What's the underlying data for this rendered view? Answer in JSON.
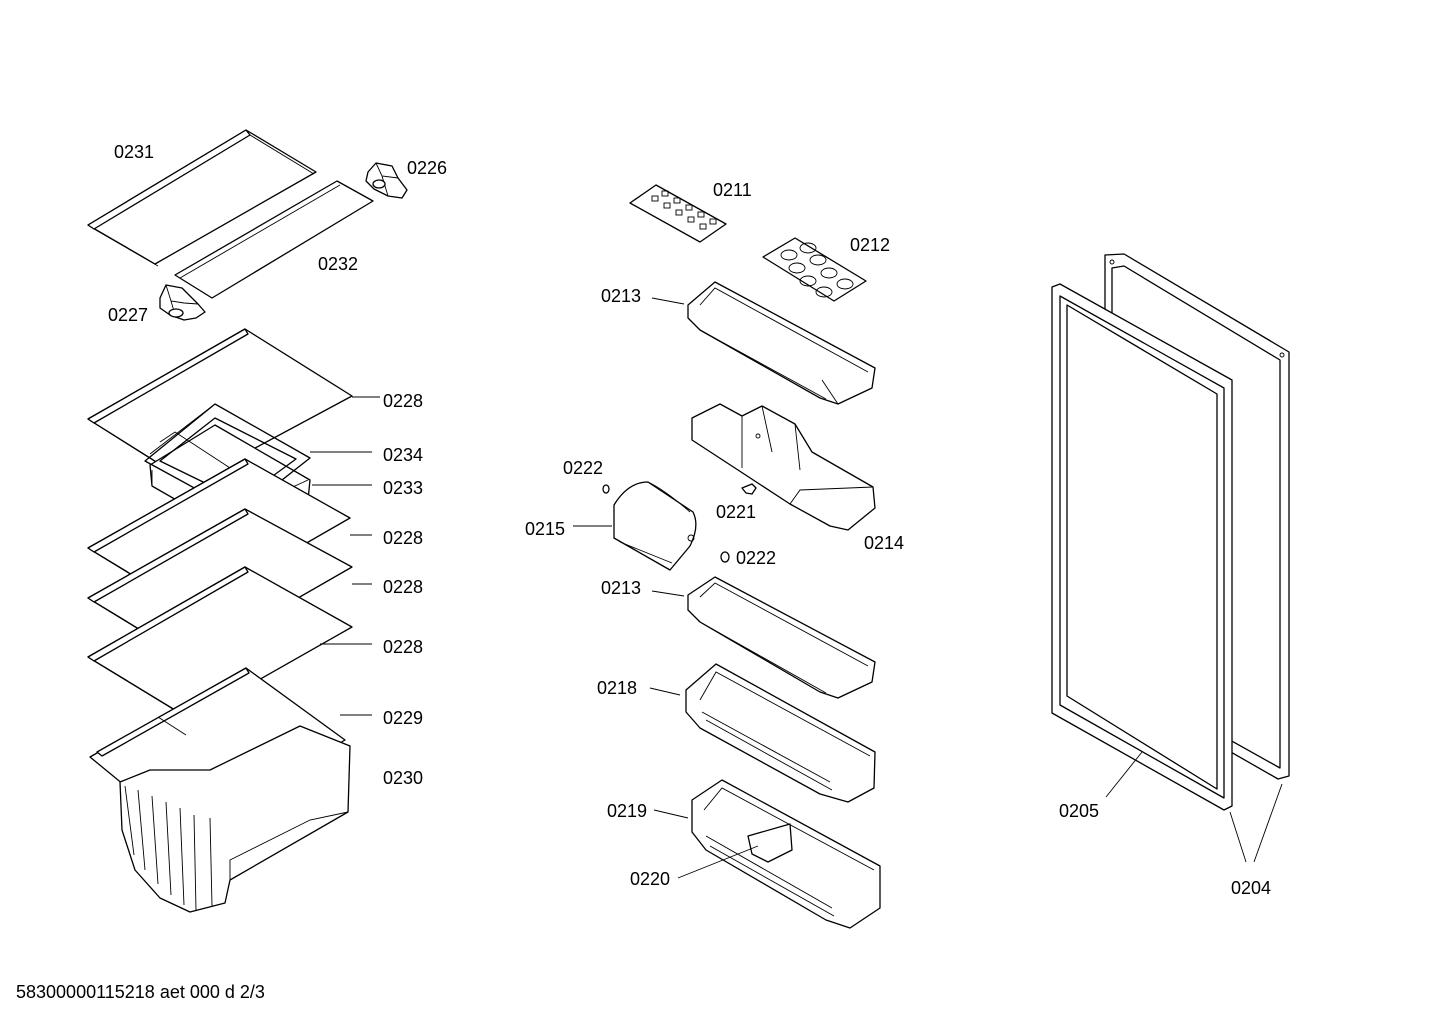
{
  "document_code": "58300000115218 aet 000 d 2/3",
  "labels": {
    "p0231": "0231",
    "p0226": "0226",
    "p0232": "0232",
    "p0227": "0227",
    "p0228a": "0228",
    "p0234": "0234",
    "p0233": "0233",
    "p0228b": "0228",
    "p0228c": "0228",
    "p0228d": "0228",
    "p0229": "0229",
    "p0230": "0230",
    "p0211": "0211",
    "p0212": "0212",
    "p0213a": "0213",
    "p0222a": "0222",
    "p0221": "0221",
    "p0214": "0214",
    "p0215": "0215",
    "p0222b": "0222",
    "p0213b": "0213",
    "p0218": "0218",
    "p0219": "0219",
    "p0220": "0220",
    "p0205": "0205",
    "p0204": "0204"
  }
}
